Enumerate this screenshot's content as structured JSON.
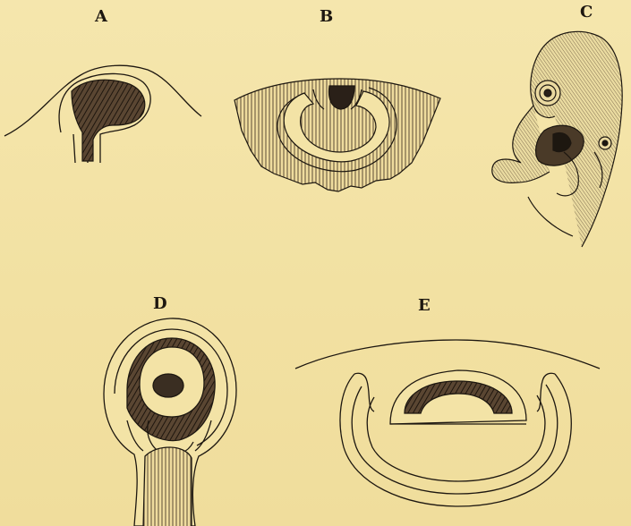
{
  "figures": [
    {
      "id": "A",
      "label": "A"
    },
    {
      "id": "B",
      "label": "B"
    },
    {
      "id": "C",
      "label": "C"
    },
    {
      "id": "D",
      "label": "D"
    },
    {
      "id": "E",
      "label": "E"
    }
  ],
  "colors": {
    "paper": "#f3e3a6",
    "ink": "#1d1710",
    "hatch": "#5a4a35",
    "dark_fill": "#3a2e22"
  }
}
